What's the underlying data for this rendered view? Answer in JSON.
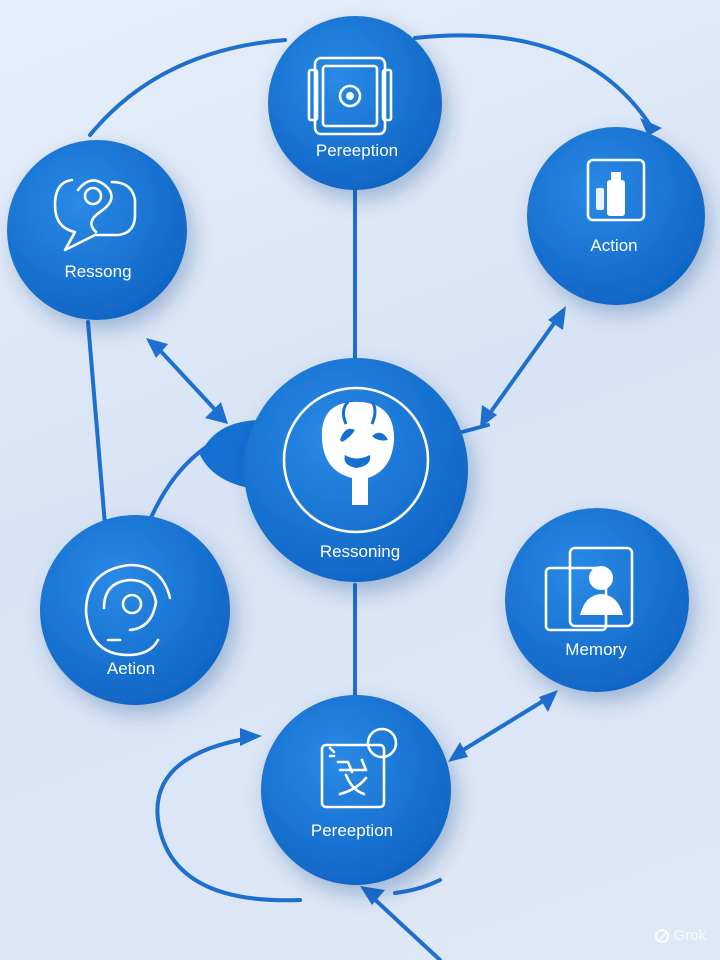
{
  "diagram": {
    "nodes": {
      "perception_top": {
        "label": "Pereeption",
        "icon": "monitor-icon"
      },
      "reasoning_left": {
        "label": "Ressong",
        "icon": "speech-bubble-icon"
      },
      "action_right": {
        "label": "Action",
        "icon": "bottle-icon"
      },
      "reasoning_center": {
        "label": "Ressoning",
        "icon": "brain-head-icon"
      },
      "action_left": {
        "label": "Aetion",
        "icon": "eye-icon"
      },
      "memory": {
        "label": "Memory",
        "icon": "person-card-icon"
      },
      "perception_bottom": {
        "label": "Pereeption",
        "icon": "glyph-card-icon"
      }
    },
    "colors": {
      "node_fill": "#1876d6",
      "node_fill_dark": "#0f5fbf",
      "edge": "#1d6fd0",
      "background": "#e3ecf8"
    }
  },
  "watermark": {
    "text": "Grok"
  }
}
